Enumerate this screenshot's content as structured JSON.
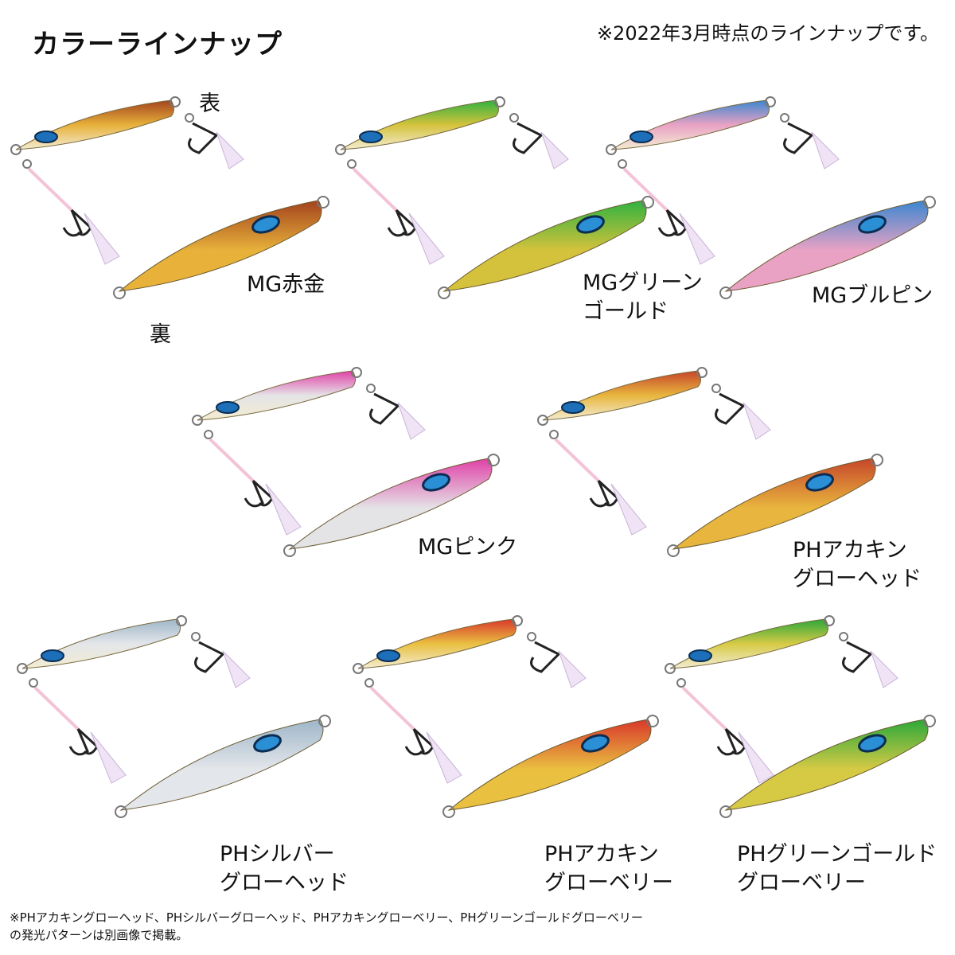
{
  "header": {
    "title": "カラーラインナップ",
    "note": "※2022年3月時点のラインナップです。"
  },
  "sides": {
    "front": "表",
    "back": "裏"
  },
  "colors": [
    {
      "lines": [
        "MG赤金"
      ],
      "body": "#e7b13a",
      "back": "#a3431e"
    },
    {
      "lines": [
        "MGグリーン",
        "ゴールド"
      ],
      "body": "#d5c23c",
      "back": "#2fb23f"
    },
    {
      "lines": [
        "MGブルピン"
      ],
      "body": "#e9a2c4",
      "back": "#3a86d0"
    },
    {
      "lines": [
        "MGピンク"
      ],
      "body": "#e4e4e6",
      "back": "#e040a8"
    },
    {
      "lines": [
        "PHアカキン",
        "グローヘッド"
      ],
      "body": "#e8b63e",
      "back": "#c6452a"
    },
    {
      "lines": [
        "PHシルバー",
        "グローヘッド"
      ],
      "body": "#e3e6ea",
      "back": "#9eb6c9"
    },
    {
      "lines": [
        "PHアカキン",
        "グローベリー"
      ],
      "body": "#e9c040",
      "back": "#d9372b"
    },
    {
      "lines": [
        "PHグリーンゴールド",
        "グローベリー"
      ],
      "body": "#d6ca45",
      "back": "#2ba83a"
    }
  ],
  "footnote": {
    "line1": "※PHアカキングローヘッド、PHシルバーグローヘッド、PHアカキングローベリー、PHグリーンゴールドグローベリー",
    "line2": "の発光パターンは別画像で掲載。"
  }
}
